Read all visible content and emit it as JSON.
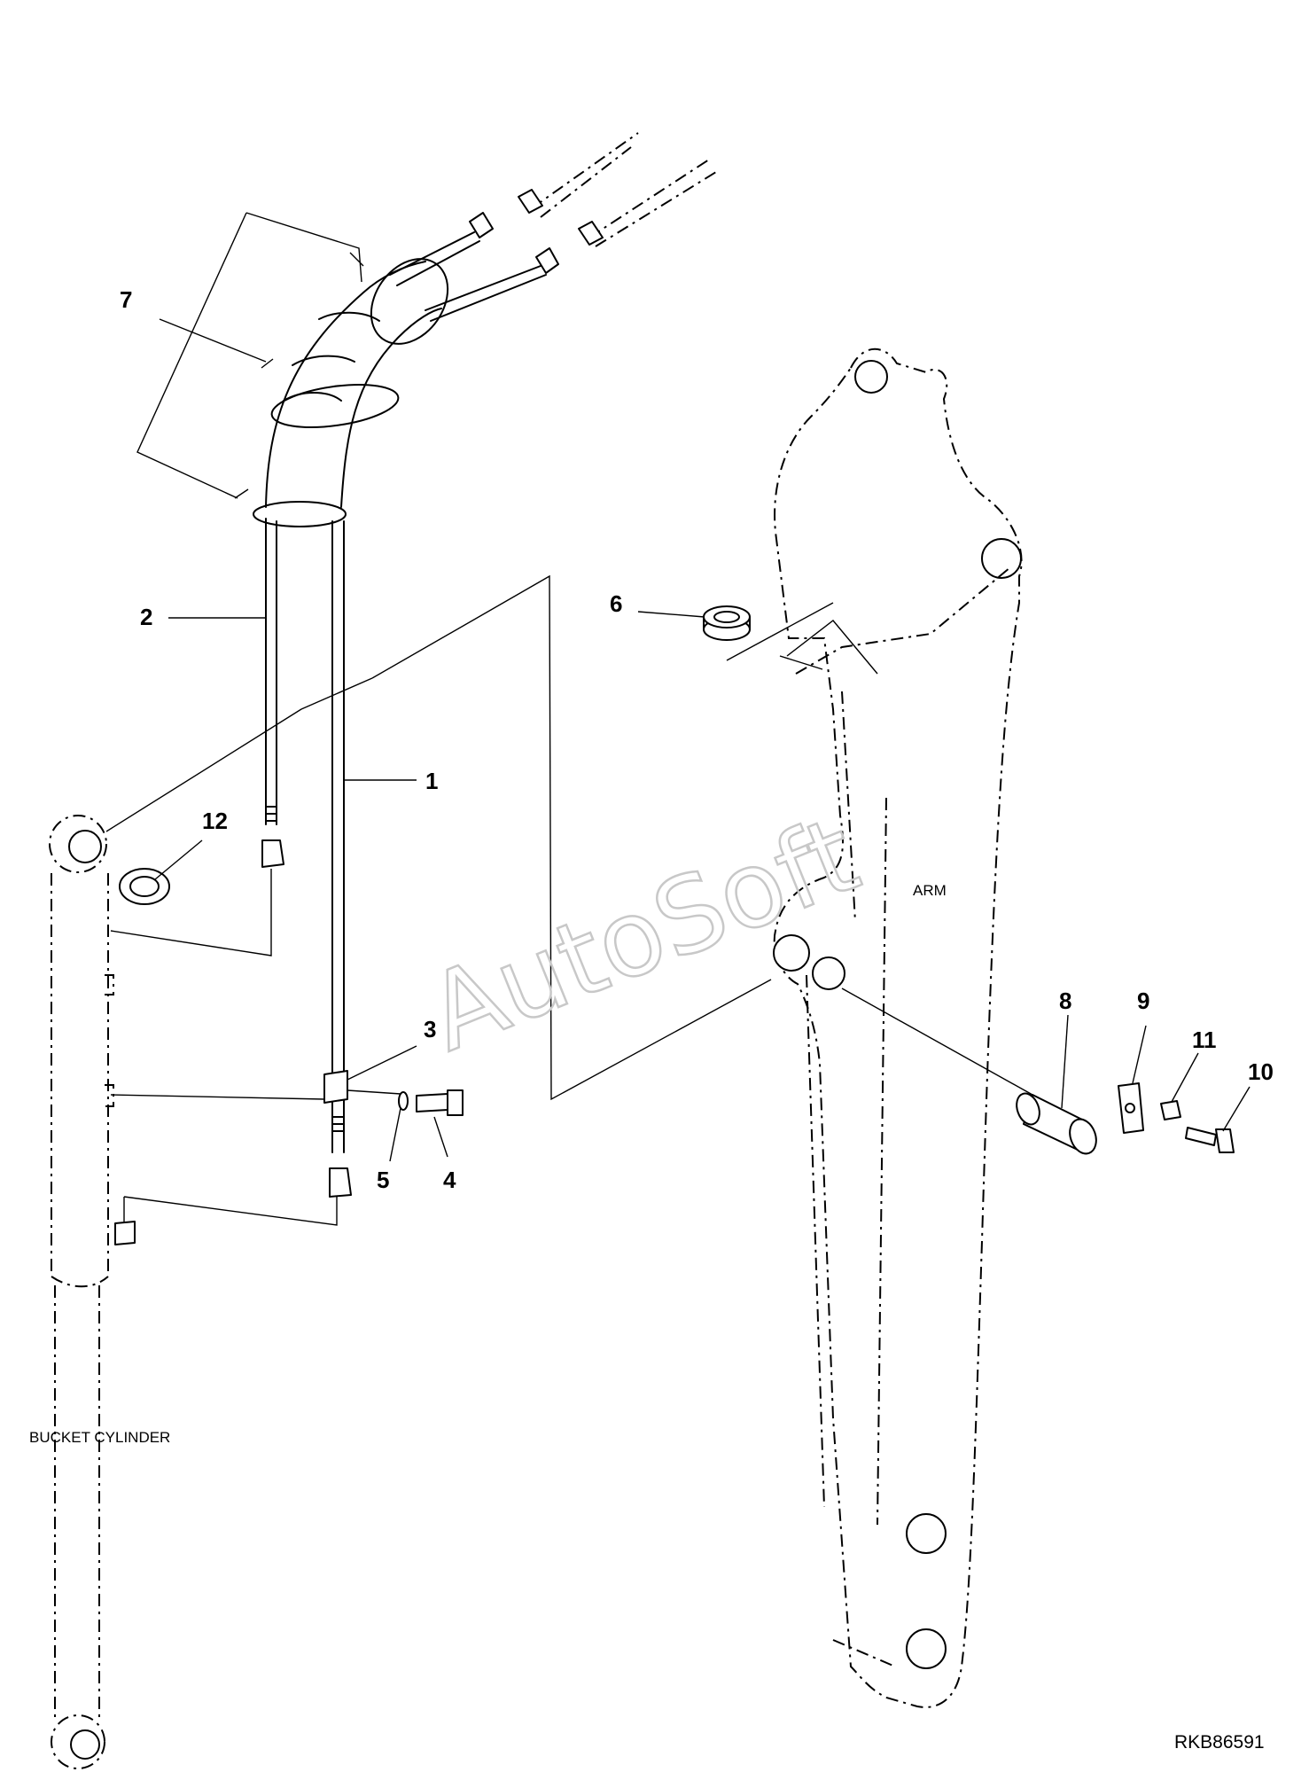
{
  "callouts": {
    "c1": "1",
    "c2": "2",
    "c3": "3",
    "c4": "4",
    "c5": "5",
    "c6": "6",
    "c7": "7",
    "c8": "8",
    "c9": "9",
    "c10": "10",
    "c11": "11",
    "c12": "12"
  },
  "labels": {
    "arm": "ARM",
    "bucket_cylinder": "BUCKET CYLINDER"
  },
  "drawing_code": "RKB86591",
  "watermark": "AutoSoft"
}
